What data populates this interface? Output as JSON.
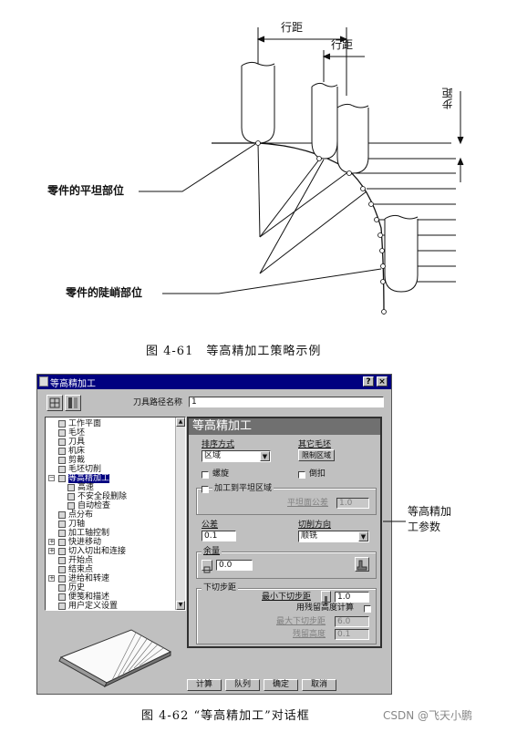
{
  "figure1": {
    "caption": "图 4-61　等高精加工策略示例",
    "labels": {
      "row_spacing_top": "行距",
      "row_spacing_mid": "行距",
      "step_distance": "步距",
      "flat_part": "零件的平坦部位",
      "steep_part": "零件的陡峭部位"
    }
  },
  "dialog": {
    "title": "等高精加工",
    "title_buttons": [
      "?",
      "×"
    ],
    "toolpath_name_label": "刀具路径名称",
    "toolpath_name_value": "1",
    "tree": [
      {
        "label": "工作平面"
      },
      {
        "label": "毛坯"
      },
      {
        "label": "刀具"
      },
      {
        "label": "机床"
      },
      {
        "label": "剪裁"
      },
      {
        "label": "毛坯切削"
      },
      {
        "label": "等高精加工",
        "selected": true
      },
      {
        "label": "高速"
      },
      {
        "label": "不安全段删除"
      },
      {
        "label": "自动检查"
      },
      {
        "label": "点分布"
      },
      {
        "label": "刀轴"
      },
      {
        "label": "加工轴控制"
      },
      {
        "label": "快进移动"
      },
      {
        "label": "切入切出和连接"
      },
      {
        "label": "开始点"
      },
      {
        "label": "结束点"
      },
      {
        "label": "进给和转速"
      },
      {
        "label": "历史"
      },
      {
        "label": "便笺和描述"
      },
      {
        "label": "用户定义设置"
      }
    ],
    "panel": {
      "header": "等高精加工",
      "order_label": "排序方式",
      "order_value": "区域",
      "other_blank_label": "其它毛坯",
      "other_blank_button": "限制区域",
      "spiral_label": "螺旋",
      "undercut_label": "倒扣",
      "add_flat_label": "加工到平坦区域",
      "flat_tol_label": "平坦面公差",
      "flat_tol_value": "1.0",
      "tolerance_label": "公差",
      "tolerance_value": "0.1",
      "cut_dir_label": "切削方向",
      "cut_dir_value": "顺铣",
      "allowance_label": "余量",
      "allowance_value": "0.0",
      "stepdown_group": "下切步距",
      "min_stepdown_label": "最小下切步距",
      "min_stepdown_value": "1.0",
      "residual_calc_label": "用残留高度计算",
      "max_stepdown_label": "最大下切步距",
      "max_stepdown_value": "6.0",
      "residual_height_label": "残留高度",
      "residual_height_value": "0.1"
    },
    "buttons": {
      "calc": "计算",
      "queue": "队列",
      "ok": "确定",
      "cancel": "取消"
    }
  },
  "callout": {
    "line1": "等高精加",
    "line2": "工参数"
  },
  "figure2": {
    "caption": "图 4-62 “等高精加工”对话框",
    "watermark": "CSDN @飞天小鹏"
  }
}
